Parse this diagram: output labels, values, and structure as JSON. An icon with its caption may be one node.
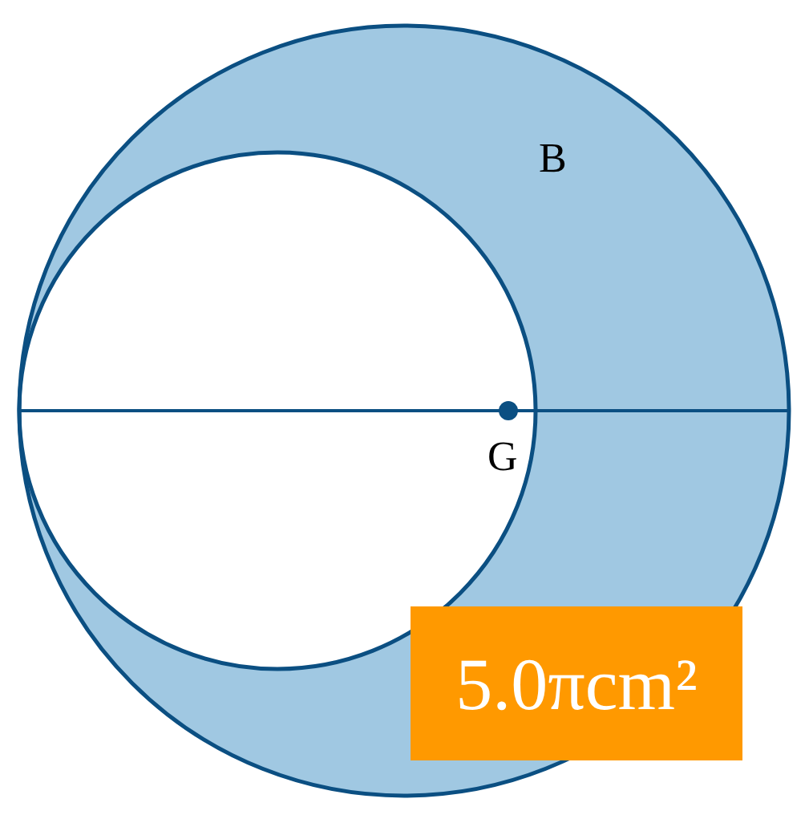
{
  "diagram": {
    "labels": [
      "B",
      "G",
      "5.0πcm²"
    ]
  }
}
